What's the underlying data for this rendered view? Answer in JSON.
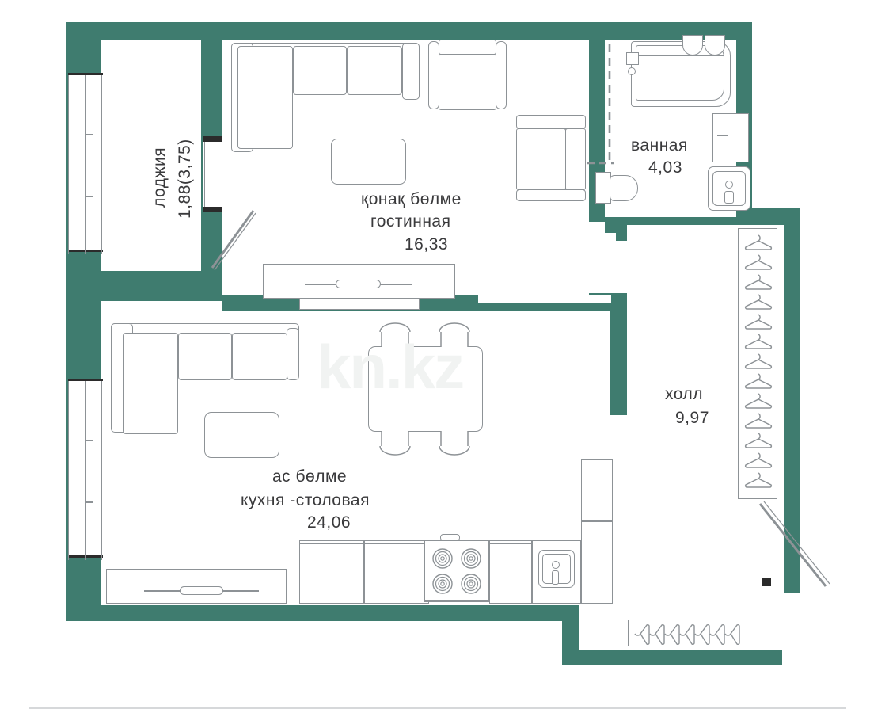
{
  "plan": {
    "watermark": "kn.kz",
    "wall_color": "#3f7c6f",
    "furniture_line_color": "#8d9296",
    "text_color": "#3a3a3c",
    "rooms": [
      {
        "id": "loggia",
        "name_kk": "лоджия",
        "name_ru": "",
        "area": "1,88(3,75)"
      },
      {
        "id": "living",
        "name_kk": "қонақ  бөлме",
        "name_ru": "гостинная",
        "area": "16,33"
      },
      {
        "id": "bathroom",
        "name_kk": "ванная",
        "name_ru": "",
        "area": "4,03"
      },
      {
        "id": "hall",
        "name_kk": "холл",
        "name_ru": "",
        "area": "9,97"
      },
      {
        "id": "kitchen",
        "name_kk": "ас  бөлме",
        "name_ru": "кухня  -столовая",
        "area": "24,06"
      }
    ]
  }
}
